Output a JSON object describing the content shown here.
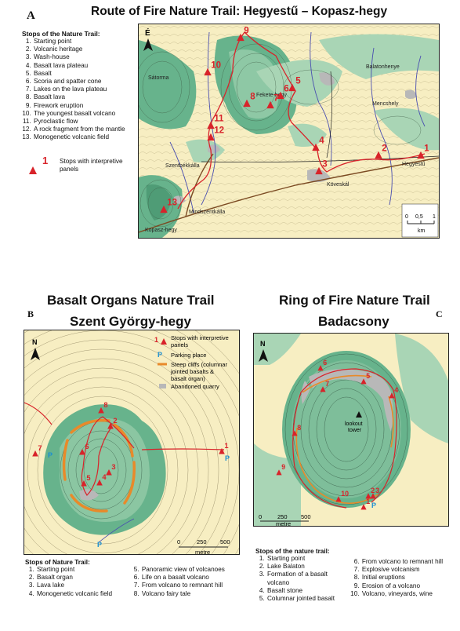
{
  "panel_a": {
    "letter": "A",
    "title": "Route of Fire Nature Trail: Hegyestű – Kopasz-hegy",
    "stops_heading": "Stops of the Nature Trail:",
    "stops": [
      "Starting point",
      "Volcanic heritage",
      "Wash-house",
      "Basalt lava plateau",
      "Basalt",
      "Scoria and spatter cone",
      "Lakes on the lava plateau",
      "Basalt lava",
      "Firework eruption",
      "The youngest basalt volcano",
      "Pyroclastic flow",
      "A rock fragment from the mantle",
      "Monogenetic volcanic field"
    ],
    "legend_num": "1",
    "legend_text": "Stops with interpretive panels",
    "north": "É",
    "places": {
      "satorma": "Sátorma",
      "fekete": "Fekete-hegy",
      "balaton": "Balatonhenye",
      "mencshely": "Mencshely",
      "szentbek": "Szentbékkálla",
      "koveskal": "Köveskál",
      "hegyestu": "Hegyestű",
      "mindszent": "Mindszentkálla",
      "kopasz": "Kopasz-hegy"
    },
    "scale": {
      "zero": "0",
      "half": "0,5",
      "one": "1",
      "unit": "km"
    },
    "stop_numbers": [
      "1",
      "2",
      "3",
      "4",
      "5",
      "6",
      "7",
      "8",
      "9",
      "10",
      "11",
      "12",
      "13"
    ]
  },
  "panel_b": {
    "letter": "B",
    "title_line1": "Basalt Organs Nature Trail",
    "title_line2": "Szent György-hegy",
    "north": "N",
    "legend": {
      "stops": "Stops with interpretive panels",
      "parking_sym": "P",
      "parking": "Parking place",
      "cliffs": "Steep cliffs (columnar jointed basalts & basalt organ)",
      "quarry": "Abandoned quarry",
      "stop_sym": "1"
    },
    "scale": {
      "zero": "0",
      "mid": "250",
      "end": "500",
      "unit": "metre"
    },
    "stops_heading": "Stops of Nature Trail:",
    "stops_col1": [
      "Starting point",
      "Basalt organ",
      "Lava lake",
      "Monogenetic volcanic field"
    ],
    "stops_col2": [
      "Panoramic view of volcanoes",
      "Life on a basalt volcano",
      "From volcano to remnant hill",
      "Volcano fairy tale"
    ],
    "stop_numbers": [
      "1",
      "2",
      "3",
      "4",
      "5",
      "6",
      "7",
      "8"
    ],
    "parking_labels": [
      "P",
      "P",
      "P"
    ]
  },
  "panel_c": {
    "letter": "C",
    "title_line1": "Ring of Fire Nature Trail",
    "title_line2": "Badacsony",
    "north": "N",
    "lookout": "lookout tower",
    "scale": {
      "zero": "0",
      "mid": "250",
      "end": "500",
      "unit": "metre"
    },
    "stops_heading": "Stops of the nature trail:",
    "stops_col1": [
      "Starting point",
      "Lake Balaton",
      "Formation of a basalt volcano",
      "Basalt stone",
      "Columnar jointed basalt"
    ],
    "stops_col2": [
      "From volcano to remnant hill",
      "Explosive volcanism",
      "Initial eruptions",
      "Erosion of a volcano",
      "Volcano, vineyards, wine"
    ],
    "stop_numbers": [
      "1",
      "2",
      "3",
      "4",
      "5",
      "6",
      "7",
      "8",
      "9",
      "10"
    ],
    "parking": "P"
  },
  "colors": {
    "trail": "#d8232a",
    "green": "#67b38c",
    "light_green": "#a9d5b5",
    "map_bg": "#f7eec2",
    "road": "#7b4a22",
    "water": "#4a4fb0",
    "cliff": "#e88a2a"
  }
}
